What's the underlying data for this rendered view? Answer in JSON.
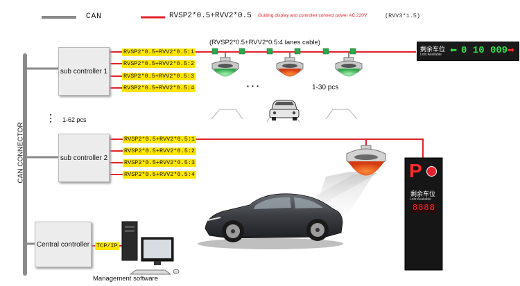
{
  "legend": {
    "can_label": "CAN",
    "rvsp_label": "RVSP2*0.5+RVV2*0.5",
    "power_note": "Guiding display and controller connect power AC 220V",
    "power_cable": "(RVV3*1.5)"
  },
  "bus": {
    "label": "CAN CONNECTOR"
  },
  "sub1": {
    "label": "sub controller 1",
    "lanes": [
      "RVSP2*0.5+RVV2*0.5:1",
      "RVSP2*0.5+RVV2*0.5:2",
      "RVSP2*0.5+RVV2*0.5:3",
      "RVSP2*0.5+RVV2*0.5:4"
    ]
  },
  "sub2": {
    "label": "sub controller 2",
    "lanes": [
      "RVSP2*0.5+RVV2*0.5:1",
      "RVSP2*0.5+RVV2*0.5:2",
      "RVSP2*0.5+RVV2*0.5:3",
      "RVSP2*0.5+RVV2*0.5:4"
    ]
  },
  "lane_cable": "(RVSP2*0.5+RVV2*0.5:4 lanes cable)",
  "detector_count": "1-30 pcs",
  "ellipsis": "▪ ▪ ▪",
  "sub_count": "1-62  pcs",
  "central": {
    "label": "Central controller",
    "link": "TCP/IP"
  },
  "software": "Management software",
  "guidance_display": {
    "title": "剩余车位",
    "subtitle": "Lots Available",
    "arrow_left": "⬅",
    "number": "0 10 009",
    "arrow_right": "➡"
  },
  "entrance_sign": {
    "letter": "P",
    "title": "剩余车位",
    "subtitle": "Lots Available",
    "digits": "8888"
  },
  "colors": {
    "red_cable": "#e4202c",
    "can_gray": "#8a8a8a",
    "tag_yellow": "#ffe600",
    "sign_green": "#2fe04a",
    "sign_red": "#ff2a2a"
  }
}
